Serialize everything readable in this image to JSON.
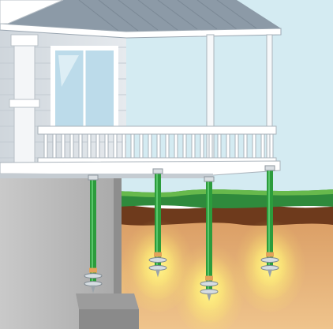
{
  "colors": {
    "sky": "#cfe6ee",
    "roof": "#8a9aa8",
    "roof_edge": "#ffffff",
    "house_wall": "#d7dde3",
    "trim": "#ffffff",
    "window_glass": "#bcd9e8",
    "grass": "#2e8a3e",
    "grass_light": "#6bbf4e",
    "topsoil": "#6b3a1f",
    "soil": "#e2b27f",
    "soil_dark": "#c98a57",
    "foundation": "#b9b9b9",
    "pier": "#2c9c3c",
    "pier_dark": "#1e6e2a",
    "glow": "#fff27a",
    "helix": "#d6dde2"
  },
  "diagram": {
    "description_icons": [
      "house-icon",
      "porch-icon",
      "helical-pier-icon",
      "soil-layer-icon"
    ],
    "piers": [
      {
        "name": "pier-1",
        "depth": 0.74
      },
      {
        "name": "pier-2",
        "depth": 0.62
      },
      {
        "name": "pier-3",
        "depth": 0.8
      },
      {
        "name": "pier-4",
        "depth": 0.62
      }
    ]
  }
}
